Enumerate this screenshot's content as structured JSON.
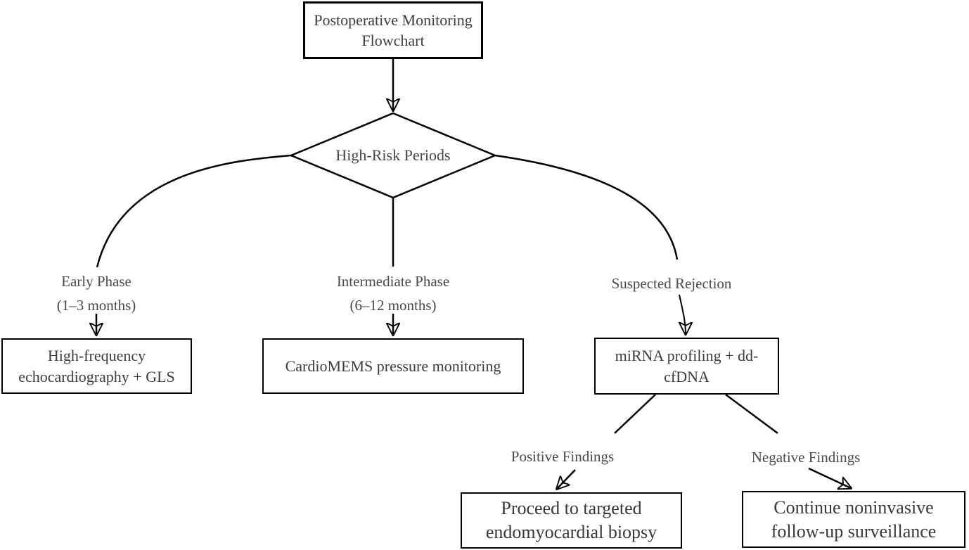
{
  "flowchart": {
    "nodes": {
      "start": {
        "label": "Postoperative Monitoring\nFlowchart"
      },
      "decision": {
        "label": "High-Risk Periods"
      },
      "early_box": {
        "label": "High-frequency\nechocardiography + GLS"
      },
      "intermediate_box": {
        "label": "CardioMEMS pressure monitoring"
      },
      "rejection_box": {
        "label": "miRNA profiling + dd-\ncfDNA"
      },
      "biopsy_box": {
        "label": "Proceed to targeted\nendomyocardial biopsy"
      },
      "surveillance_box": {
        "label": "Continue noninvasive\nfollow-up surveillance"
      }
    },
    "edge_labels": {
      "early": "Early Phase\n(1–3 months)",
      "intermediate": "Intermediate Phase\n(6–12 months)",
      "suspected": "Suspected Rejection",
      "positive": "Positive Findings",
      "negative": "Negative Findings"
    },
    "colors": {
      "line": "#000000",
      "border": "#000000",
      "node_text": "#3c3c3c",
      "label_text": "#4a4a4a",
      "background": "#ffffff"
    }
  }
}
